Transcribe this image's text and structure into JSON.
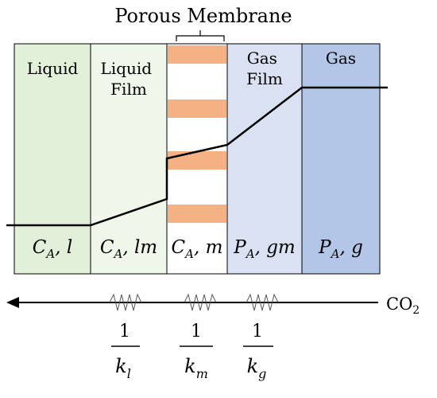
{
  "title": "Porous Membrane",
  "regions": [
    {
      "id": "liquid",
      "label_lines": [
        "Liquid"
      ],
      "symbol": "C",
      "subscript": "A",
      "suffix": ", l",
      "fill": "#e2efd9"
    },
    {
      "id": "liquid-film",
      "label_lines": [
        "Liquid",
        "Film"
      ],
      "symbol": "C",
      "subscript": "A",
      "suffix": ", lm",
      "fill": "#eff6ea"
    },
    {
      "id": "membrane",
      "label_lines": [],
      "symbol": "C",
      "subscript": "A",
      "suffix": ", m",
      "fill": "#ffffff"
    },
    {
      "id": "gas-film",
      "label_lines": [
        "Gas",
        "Film"
      ],
      "symbol": "P",
      "subscript": "A",
      "suffix": ", gm",
      "fill": "#d9e1f2"
    },
    {
      "id": "gas",
      "label_lines": [
        "Gas"
      ],
      "symbol": "P",
      "subscript": "A",
      "suffix": ", g",
      "fill": "#b4c6e7"
    }
  ],
  "membrane_stripe_color": "#f4b183",
  "flux_label": {
    "text": "CO",
    "subscript": "2"
  },
  "resistances": [
    {
      "numerator": "1",
      "denominator": "k",
      "subscript": "l"
    },
    {
      "numerator": "1",
      "denominator": "k",
      "subscript": "m"
    },
    {
      "numerator": "1",
      "denominator": "k",
      "subscript": "g"
    }
  ]
}
